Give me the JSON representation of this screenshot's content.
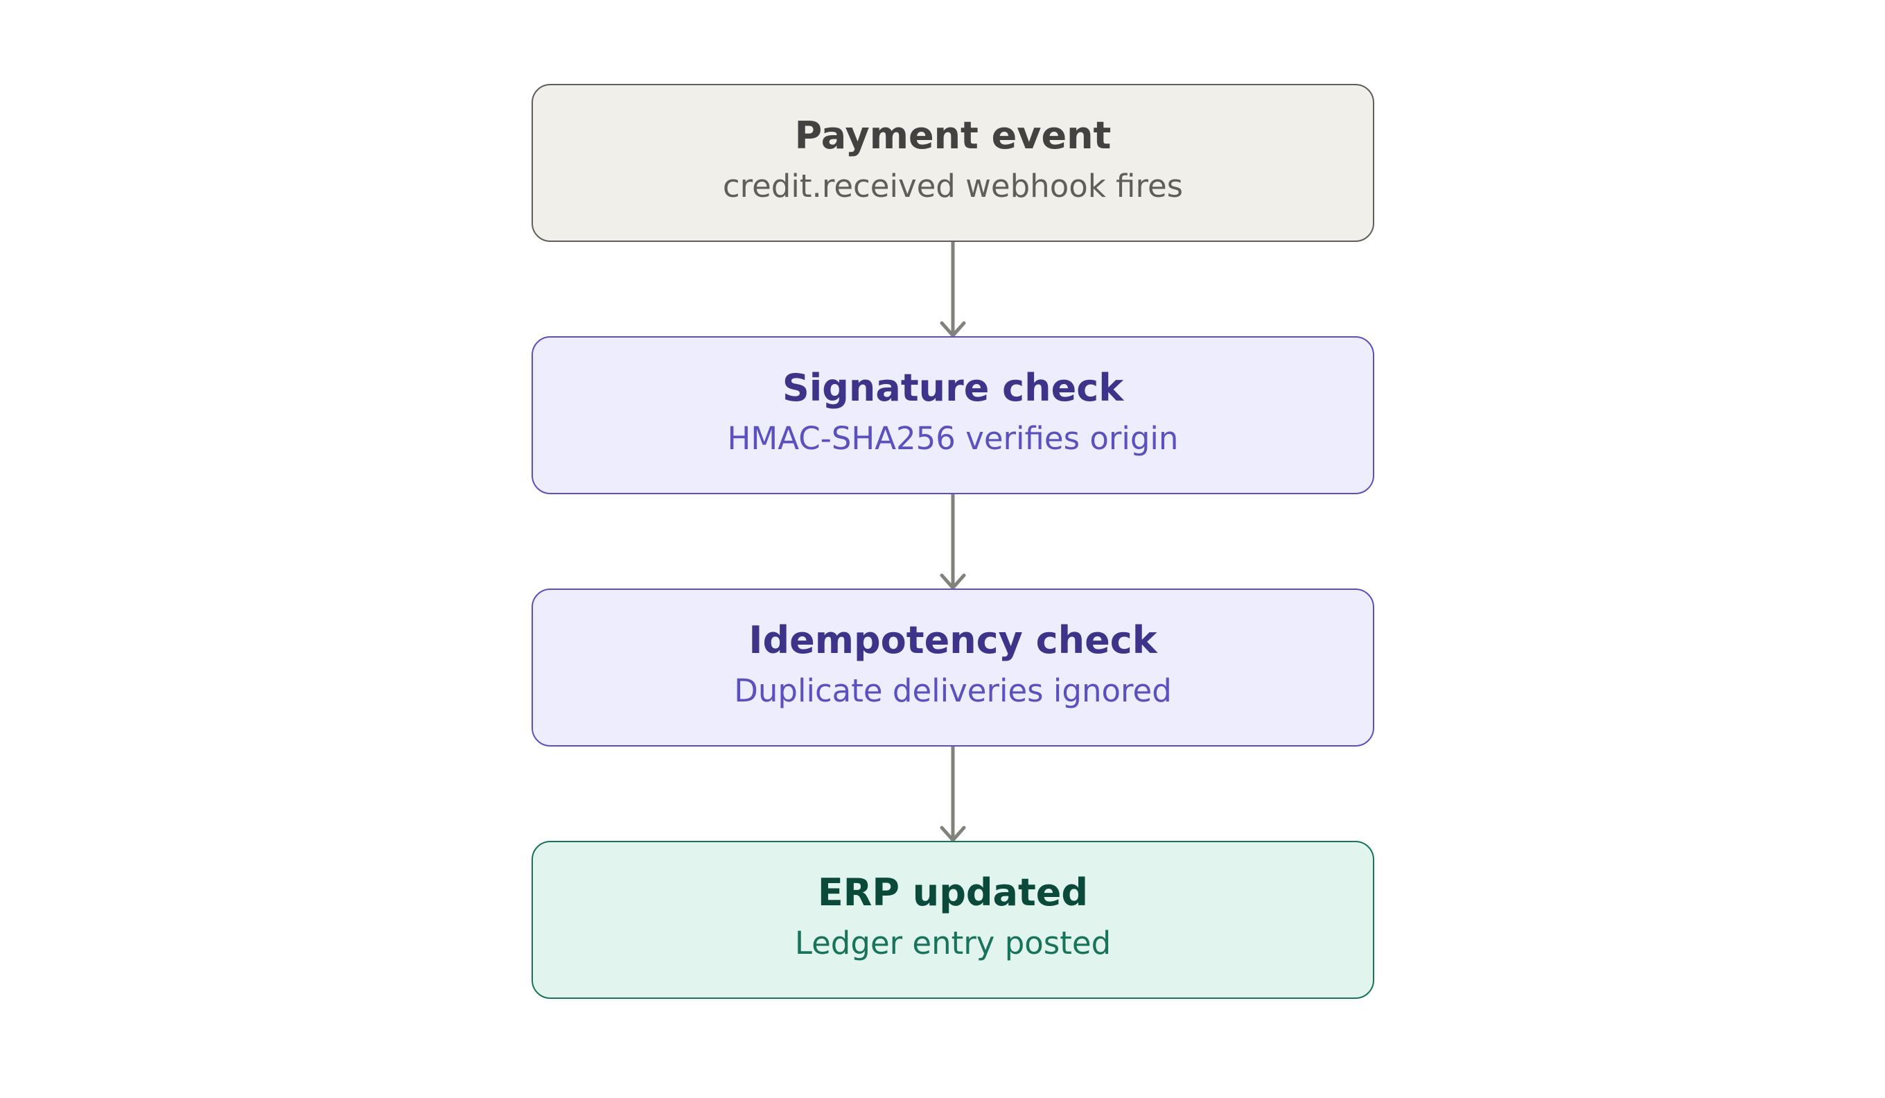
{
  "nodes": [
    {
      "title": "Payment event",
      "subtitle": "credit.received webhook fires",
      "fill": "#f1efe9",
      "stroke": "#5f5e5a",
      "title_color": "#434240",
      "subtitle_color": "#5f5e5a"
    },
    {
      "title": "Signature check",
      "subtitle": "HMAC-SHA256 verifies origin",
      "fill": "#eeedfd",
      "stroke": "#5b50bd",
      "title_color": "#3d3388",
      "subtitle_color": "#5b50bd"
    },
    {
      "title": "Idempotency check",
      "subtitle": "Duplicate deliveries ignored",
      "fill": "#eeedfd",
      "stroke": "#5b50bd",
      "title_color": "#3d3388",
      "subtitle_color": "#5b50bd"
    },
    {
      "title": "ERP updated",
      "subtitle": "Ledger entry posted",
      "fill": "#e1f4ee",
      "stroke": "#17735a",
      "title_color": "#0b4a3a",
      "subtitle_color": "#17735a"
    }
  ],
  "arrow_color": "#82817c"
}
